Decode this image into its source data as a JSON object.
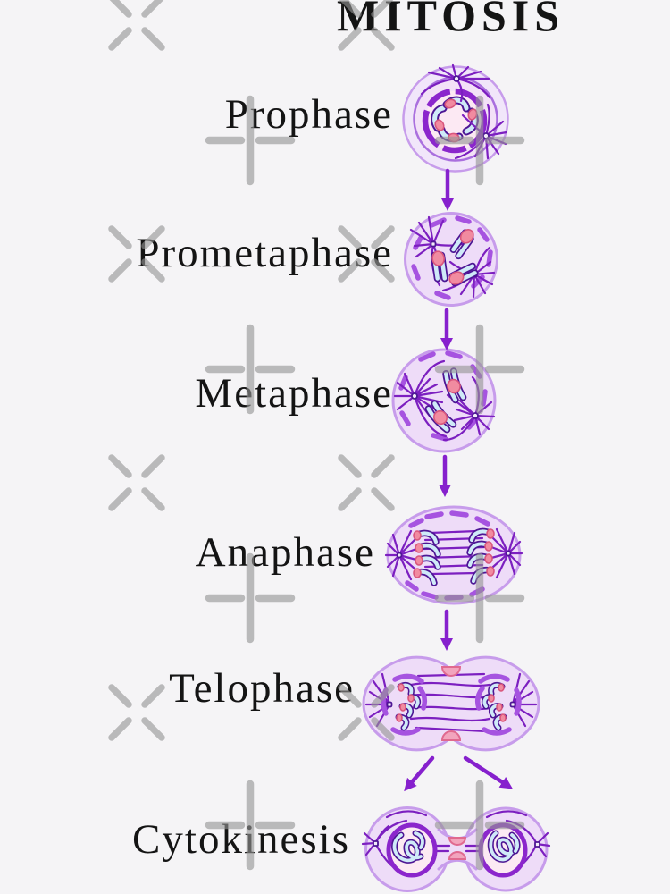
{
  "title": "MITOSIS",
  "stages": [
    {
      "label": "Prophase",
      "icon": "prophase-cell-icon"
    },
    {
      "label": "Prometaphase",
      "icon": "prometaphase-cell-icon"
    },
    {
      "label": "Metaphase",
      "icon": "metaphase-cell-icon"
    },
    {
      "label": "Anaphase",
      "icon": "anaphase-cell-icon"
    },
    {
      "label": "Telophase",
      "icon": "telophase-cell-icon"
    },
    {
      "label": "Cytokinesis",
      "icon": "cytokinesis-cells-icon"
    }
  ],
  "flow": {
    "connector": "arrow-down-icon",
    "split_connectors": [
      "arrow-down-left-icon",
      "arrow-down-right-icon"
    ]
  },
  "watermark": {
    "x_mark": "watermark-x-icon",
    "plus_mark": "watermark-plus-icon"
  },
  "palette": {
    "bg": "#f5f4f6",
    "ink": "#141414",
    "cellFill": "#eedcf8",
    "cellHalo": "#f1e6fa",
    "cytoFill": "#f3e1f7",
    "cellStroke": "#c79ceb",
    "innerStroke": "#aa6fde",
    "nucleusFill": "#fce9f3",
    "nucleusRing": "#8b26cc",
    "chromFill": "#cfeaf8",
    "chromStroke": "#4d1694",
    "centromere": "#f18ba0",
    "centromereStroke": "#d9567c",
    "spindle": "#7c1fc0",
    "fragment": "#a653e0",
    "arrow": "#8620cd",
    "furrow": "#f2a4bd",
    "furrowStroke": "#e0698f",
    "watermark": "#949494"
  }
}
